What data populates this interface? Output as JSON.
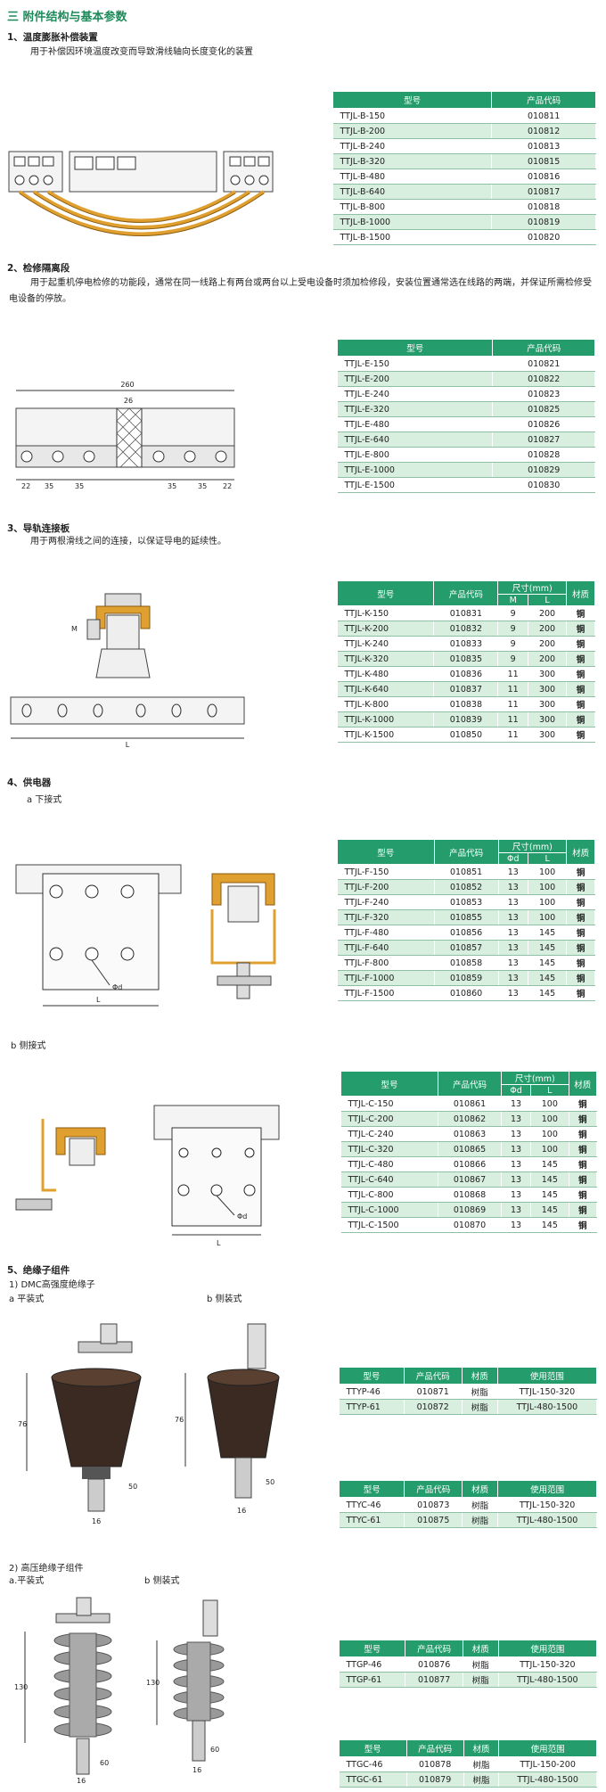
{
  "section_title": "三  附件结构与基本参数",
  "s1": {
    "heading": "1、温度膨胀补偿装置",
    "desc": "用于补偿因环境温度改变而导致滑线轴向长度变化的装置",
    "headers": [
      "型号",
      "产品代码"
    ],
    "rows": [
      [
        "TTJL-B-150",
        "010811"
      ],
      [
        "TTJL-B-200",
        "010812"
      ],
      [
        "TTJL-B-240",
        "010813"
      ],
      [
        "TTJL-B-320",
        "010815"
      ],
      [
        "TTJL-B-480",
        "010816"
      ],
      [
        "TTJL-B-640",
        "010817"
      ],
      [
        "TTJL-B-800",
        "010818"
      ],
      [
        "TTJL-B-1000",
        "010819"
      ],
      [
        "TTJL-B-1500",
        "010820"
      ]
    ]
  },
  "s2": {
    "heading": "2、检修隔离段",
    "desc": "用于起重机停电检修的功能段，通常在同一线路上有两台或两台以上受电设备时须加检修段，安装位置通常选在线路的两端，并保证所需检修受电设备的停放。",
    "headers": [
      "型号",
      "产品代码"
    ],
    "rows": [
      [
        "TTJL-E-150",
        "010821"
      ],
      [
        "TTJL-E-200",
        "010822"
      ],
      [
        "TTJL-E-240",
        "010823"
      ],
      [
        "TTJL-E-320",
        "010825"
      ],
      [
        "TTJL-E-480",
        "010826"
      ],
      [
        "TTJL-E-640",
        "010827"
      ],
      [
        "TTJL-E-800",
        "010828"
      ],
      [
        "TTJL-E-1000",
        "010829"
      ],
      [
        "TTJL-E-1500",
        "010830"
      ]
    ],
    "dims": {
      "total": "260",
      "mid": "26",
      "a": "22",
      "b": "35",
      "c": "35",
      "d": "35",
      "e": "35",
      "f": "22"
    }
  },
  "s3": {
    "heading": "3、导轨连接板",
    "desc": "用于两根滑线之间的连接，以保证导电的延续性。",
    "headers": [
      "型号",
      "产品代码",
      "尺寸(mm)",
      "材质"
    ],
    "subheaders": [
      "M",
      "L"
    ],
    "rows": [
      [
        "TTJL-K-150",
        "010831",
        "9",
        "200",
        "铜"
      ],
      [
        "TTJL-K-200",
        "010832",
        "9",
        "200",
        "铜"
      ],
      [
        "TTJL-K-240",
        "010833",
        "9",
        "200",
        "铜"
      ],
      [
        "TTJL-K-320",
        "010835",
        "9",
        "200",
        "铜"
      ],
      [
        "TTJL-K-480",
        "010836",
        "11",
        "300",
        "铜"
      ],
      [
        "TTJL-K-640",
        "010837",
        "11",
        "300",
        "铜"
      ],
      [
        "TTJL-K-800",
        "010838",
        "11",
        "300",
        "铜"
      ],
      [
        "TTJL-K-1000",
        "010839",
        "11",
        "300",
        "铜"
      ],
      [
        "TTJL-K-1500",
        "010850",
        "11",
        "300",
        "铜"
      ]
    ],
    "labels": {
      "m": "M",
      "l": "L"
    }
  },
  "s4": {
    "heading": "4、供电器",
    "sub_a": "a 下接式",
    "sub_b": "b 侧接式",
    "a_headers": [
      "型号",
      "产品代码",
      "尺寸(mm)",
      "材质"
    ],
    "a_subheaders": [
      "Φd",
      "L"
    ],
    "a_rows": [
      [
        "TTJL-F-150",
        "010851",
        "13",
        "100",
        "铜"
      ],
      [
        "TTJL-F-200",
        "010852",
        "13",
        "100",
        "铜"
      ],
      [
        "TTJL-F-240",
        "010853",
        "13",
        "100",
        "铜"
      ],
      [
        "TTJL-F-320",
        "010855",
        "13",
        "100",
        "铜"
      ],
      [
        "TTJL-F-480",
        "010856",
        "13",
        "145",
        "铜"
      ],
      [
        "TTJL-F-640",
        "010857",
        "13",
        "145",
        "铜"
      ],
      [
        "TTJL-F-800",
        "010858",
        "13",
        "145",
        "铜"
      ],
      [
        "TTJL-F-1000",
        "010859",
        "13",
        "145",
        "铜"
      ],
      [
        "TTJL-F-1500",
        "010860",
        "13",
        "145",
        "铜"
      ]
    ],
    "b_headers": [
      "型号",
      "产品代码",
      "尺寸(mm)",
      "材质"
    ],
    "b_subheaders": [
      "Φd",
      "L"
    ],
    "b_rows": [
      [
        "TTJL-C-150",
        "010861",
        "13",
        "100",
        "铜"
      ],
      [
        "TTJL-C-200",
        "010862",
        "13",
        "100",
        "铜"
      ],
      [
        "TTJL-C-240",
        "010863",
        "13",
        "100",
        "铜"
      ],
      [
        "TTJL-C-320",
        "010865",
        "13",
        "100",
        "铜"
      ],
      [
        "TTJL-C-480",
        "010866",
        "13",
        "145",
        "铜"
      ],
      [
        "TTJL-C-640",
        "010867",
        "13",
        "145",
        "铜"
      ],
      [
        "TTJL-C-800",
        "010868",
        "13",
        "145",
        "铜"
      ],
      [
        "TTJL-C-1000",
        "010869",
        "13",
        "145",
        "铜"
      ],
      [
        "TTJL-C-1500",
        "010870",
        "13",
        "145",
        "铜"
      ]
    ],
    "labels": {
      "phi": "Φd",
      "l": "L"
    }
  },
  "s5": {
    "heading": "5、绝缘子组件",
    "sub1": "1) DMC高强度绝缘子",
    "sub1a": "a 平装式",
    "sub1b": "b 侧装式",
    "headers": [
      "型号",
      "产品代码",
      "材质",
      "使用范围"
    ],
    "t1": [
      [
        "TTYP-46",
        "010871",
        "树脂",
        "TTJL-150-320"
      ],
      [
        "TTYP-61",
        "010872",
        "树脂",
        "TTJL-480-1500"
      ]
    ],
    "t2": [
      [
        "TTYC-46",
        "010873",
        "树脂",
        "TTJL-150-320"
      ],
      [
        "TTYC-61",
        "010875",
        "树脂",
        "TTJL-480-1500"
      ]
    ],
    "dims1": {
      "h": "76",
      "b": "50",
      "w": "16"
    },
    "sub2": "2) 高压绝缘子组件",
    "sub2a": "a.平装式",
    "sub2b": "b 侧装式",
    "t3": [
      [
        "TTGP-46",
        "010876",
        "树脂",
        "TTJL-150-320"
      ],
      [
        "TTGP-61",
        "010877",
        "树脂",
        "TTJL-480-1500"
      ]
    ],
    "t4": [
      [
        "TTGC-46",
        "010878",
        "树脂",
        "TTJL-150-200"
      ],
      [
        "TTGC-61",
        "010879",
        "树脂",
        "TTJL-480-1500"
      ]
    ],
    "dims2": {
      "h": "130",
      "b": "60",
      "w": "16"
    }
  },
  "colors": {
    "accent": "#259c6c",
    "row_alt": "#d8eedf",
    "brass": "#e0a030"
  }
}
